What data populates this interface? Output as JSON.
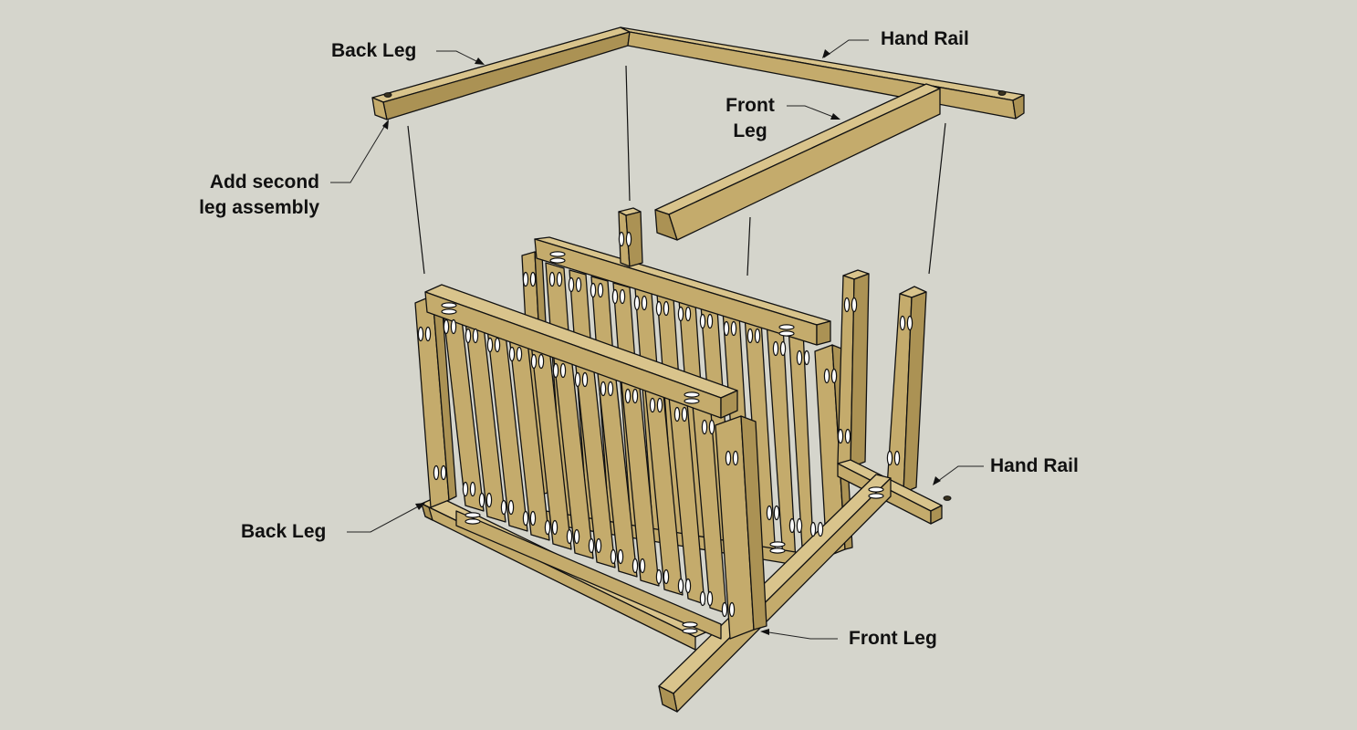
{
  "labels": {
    "back_leg_top": "Back Leg",
    "hand_rail_top": "Hand Rail",
    "front_leg_top": "Front\nLeg",
    "add_second_leg": "Add second\nleg assembly",
    "hand_rail_bottom": "Hand Rail",
    "back_leg_bottom": "Back Leg",
    "front_leg_bottom": "Front Leg"
  },
  "colors": {
    "background": "#d5d5cc",
    "wood_top": "#d9c48c",
    "wood_side": "#c4ab6c",
    "wood_front": "#ab9254",
    "outline": "#111111"
  }
}
